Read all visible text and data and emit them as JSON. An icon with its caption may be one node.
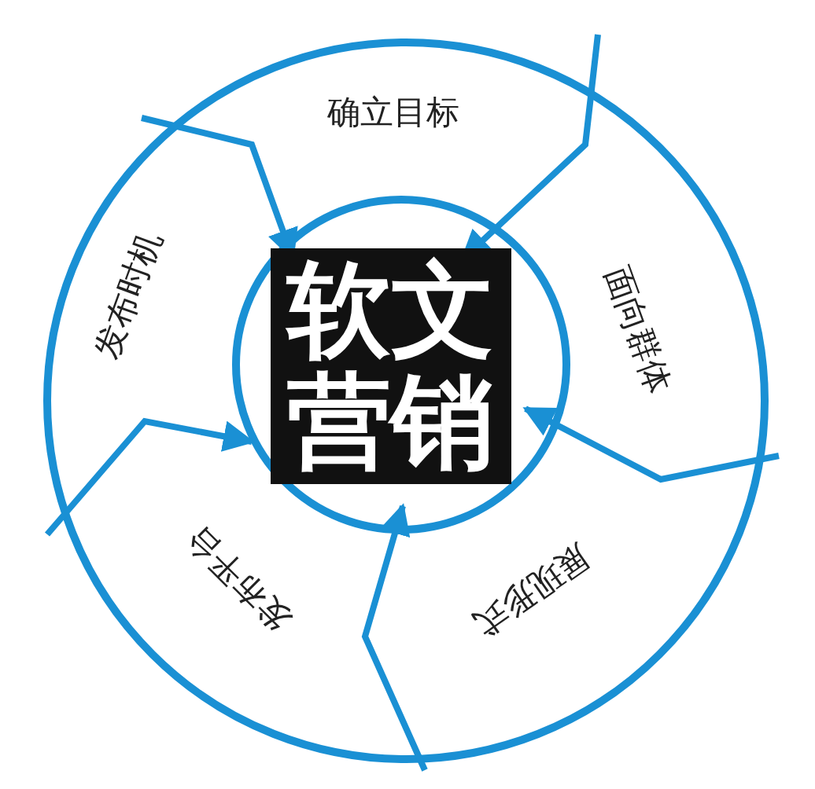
{
  "diagram": {
    "nodes": [
      {
        "text": [
          "软文营销"
        ]
      },
      {
        "text": [
          "确立目标"
        ]
      },
      {
        "text": [
          "面向群体"
        ]
      },
      {
        "text": [
          "展现形式"
        ]
      },
      {
        "text": [
          "发布平台"
        ]
      },
      {
        "text": [
          "发布时机"
        ]
      }
    ]
  }
}
